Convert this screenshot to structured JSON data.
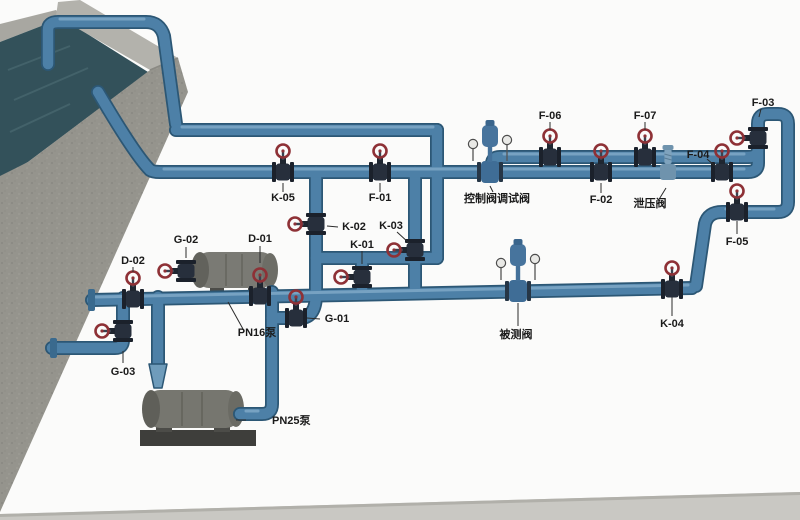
{
  "diagram": {
    "type": "piping-isometric-3d",
    "valve_labels": {
      "k01": "K-01",
      "k02": "K-02",
      "k03": "K-03",
      "k04": "K-04",
      "k05": "K-05",
      "f01": "F-01",
      "f02": "F-02",
      "f03": "F-03",
      "f04": "F-04",
      "f05": "F-05",
      "f06": "F-06",
      "f07": "F-07",
      "d01": "D-01",
      "d02": "D-02",
      "g01": "G-01",
      "g02": "G-02",
      "g03": "G-03"
    },
    "equipment_labels": {
      "control_valve": "控制阀调试阀",
      "relief_valve": "泄压阀",
      "test_valve": "被测阀",
      "pn16_pump": "PN16泵",
      "pn25_pump": "PN25泵"
    },
    "colors": {
      "pipe": "#4d80a7",
      "pipe_edge": "#2c5775",
      "pipe_highlight": "#86aecb",
      "valve_body": "#272f3c",
      "handwheel": "#8e3136",
      "control_valve_body": "#3f6d96",
      "pump": "#7a7a74",
      "water": "#33515a",
      "wall": "#95948d",
      "floor": "#c9c8c3"
    }
  }
}
